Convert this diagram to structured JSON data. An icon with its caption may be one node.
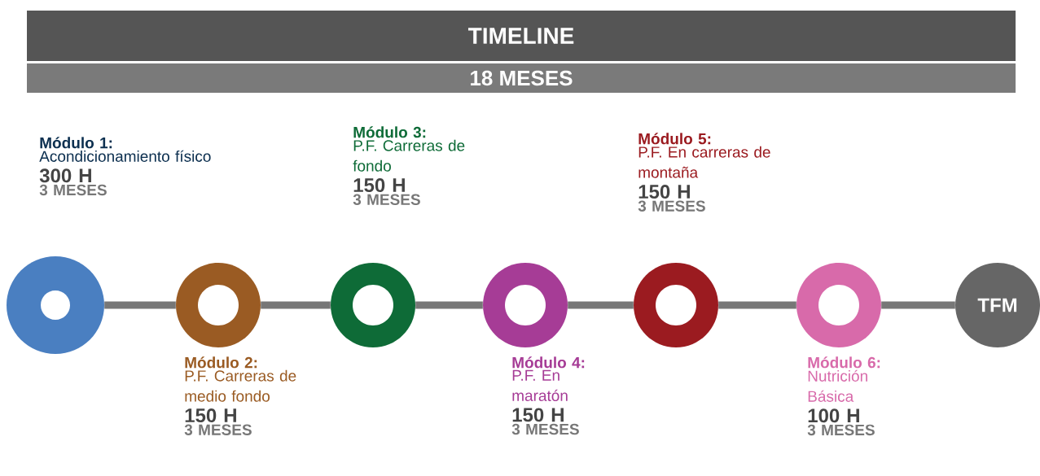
{
  "diagram": {
    "nodes": [
      {
        "text": [
          "TIMELINE"
        ]
      },
      {
        "text": [
          "18 MESES"
        ]
      },
      {
        "text": [],
        "shape": "circle",
        "beside": [
          "Módulo 1:",
          "Acondicionamiento físico",
          "300 H",
          "3 MESES"
        ]
      },
      {
        "text": [],
        "shape": "circle",
        "beside": [
          "Módulo 2:",
          "P.F. Carreras de medio fondo",
          "150 H",
          "3 MESES"
        ]
      },
      {
        "text": [],
        "shape": "circle",
        "beside": [
          "Módulo 3:",
          "P.F. Carreras de fondo",
          "150 H",
          "3 MESES"
        ]
      },
      {
        "text": [],
        "shape": "circle",
        "beside": [
          "Módulo 4:",
          "P.F. En maratón",
          "150 H",
          "3 MESES"
        ]
      },
      {
        "text": [],
        "shape": "circle",
        "beside": [
          "Módulo 5:",
          "P.F. En carreras de montaña",
          "150 H",
          "3 MESES"
        ]
      },
      {
        "text": [],
        "shape": "circle",
        "beside": [
          "Módulo 6:",
          "Nutrición Básica",
          "100 H",
          "3 MESES"
        ]
      },
      {
        "text": [
          "TFM"
        ]
      }
    ],
    "edges": [
      {
        "from": 2,
        "to": 3,
        "arrow": "none"
      },
      {
        "from": 3,
        "to": 4,
        "arrow": "none"
      },
      {
        "from": 4,
        "to": 5,
        "arrow": "none"
      },
      {
        "from": 5,
        "to": 6,
        "arrow": "none"
      },
      {
        "from": 6,
        "to": 7,
        "arrow": "none"
      },
      {
        "from": 7,
        "to": 8,
        "arrow": "none"
      }
    ]
  }
}
